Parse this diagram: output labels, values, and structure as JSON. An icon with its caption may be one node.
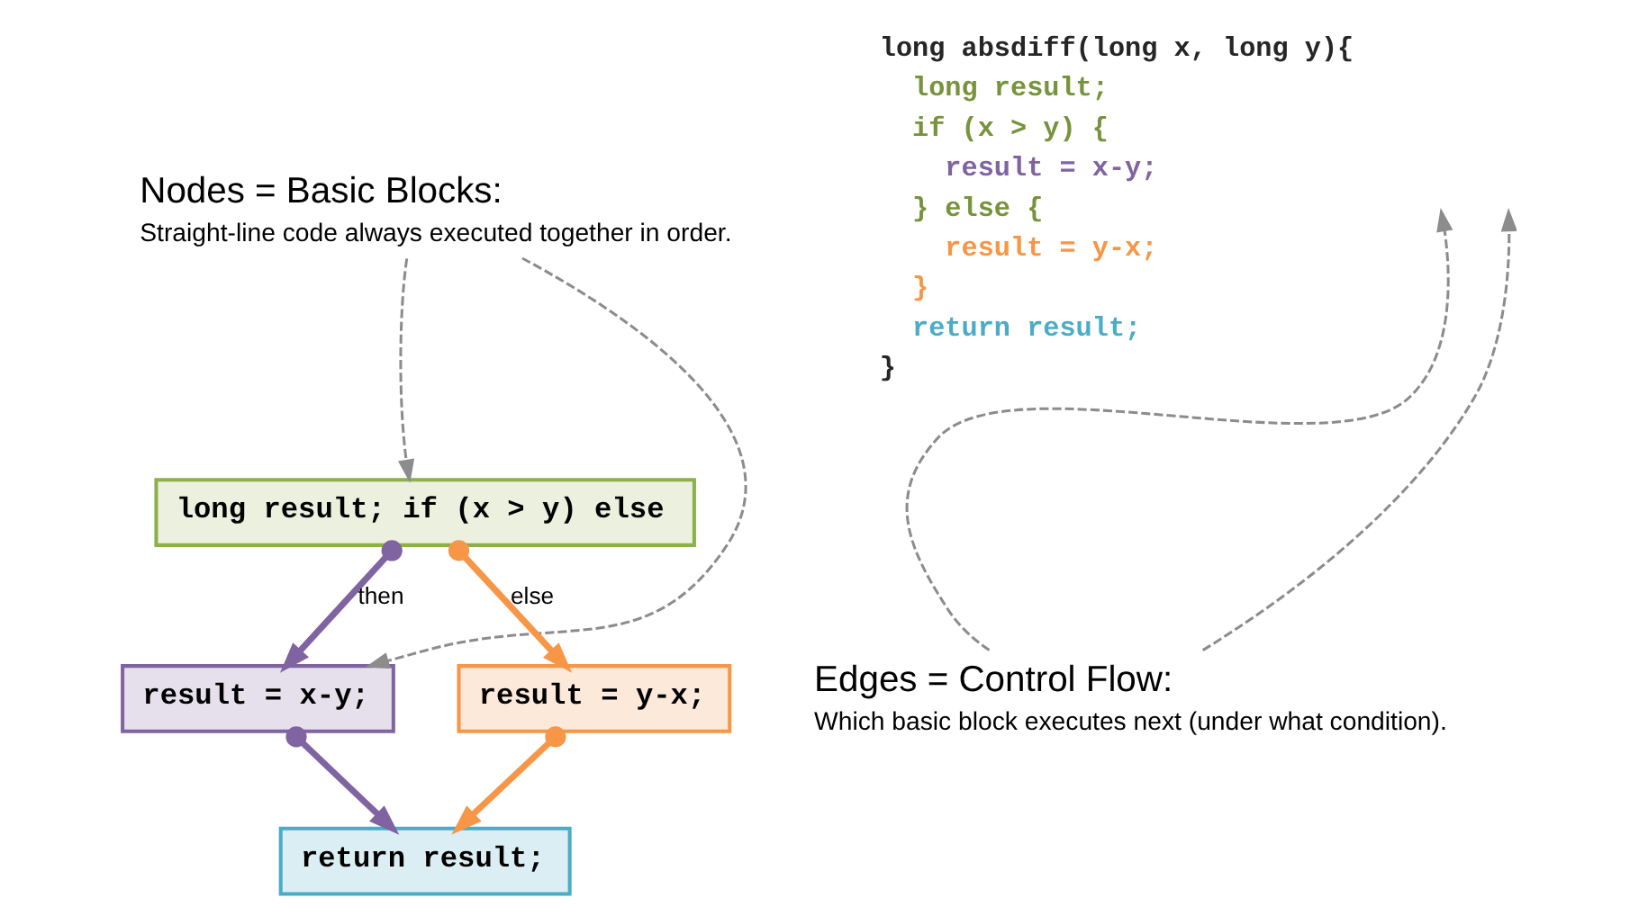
{
  "diagram": {
    "nodes": [
      {
        "text": [
          "Nodes = Basic Blocks:",
          "Straight-line code always executed together in order."
        ]
      },
      {
        "text": [
          "long result; if (x > y) else"
        ]
      },
      {
        "text": [
          "result = x-y;"
        ]
      },
      {
        "text": [
          "result = y-x;"
        ]
      },
      {
        "text": [
          "return result;"
        ]
      },
      {
        "text": [
          "Edges = Control Flow:",
          "Which basic block executes next (under what condition)."
        ]
      }
    ],
    "edges": [
      {
        "from": 1,
        "to": 2,
        "arrow": "to",
        "label": "then",
        "style": "thick",
        "color": "#8064a2"
      },
      {
        "from": 1,
        "to": 3,
        "arrow": "to",
        "label": "else",
        "style": "thick",
        "color": "#f79646"
      },
      {
        "from": 2,
        "to": 4,
        "arrow": "to",
        "style": "thick",
        "color": "#8064a2"
      },
      {
        "from": 3,
        "to": 4,
        "arrow": "to",
        "style": "thick",
        "color": "#f79646"
      },
      {
        "from": 0,
        "to": 2,
        "arrow": "to",
        "style": "dashed",
        "color": "#8c8c8c"
      },
      {
        "from": 0,
        "to": 1,
        "arrow": "to",
        "style": "dashed",
        "color": "#8c8c8c"
      },
      {
        "from": 5,
        "to": null,
        "arrow": "to",
        "style": "dashed",
        "color": "#8c8c8c"
      },
      {
        "from": 5,
        "to": null,
        "arrow": "to",
        "style": "dashed",
        "color": "#8c8c8c"
      }
    ],
    "labels": [
      "long absdiff(long x, long y){",
      "long result;",
      "if (x > y) {",
      "result = x-y;",
      "} else {",
      "result = y-x;",
      "}",
      "return result;",
      "}"
    ]
  }
}
